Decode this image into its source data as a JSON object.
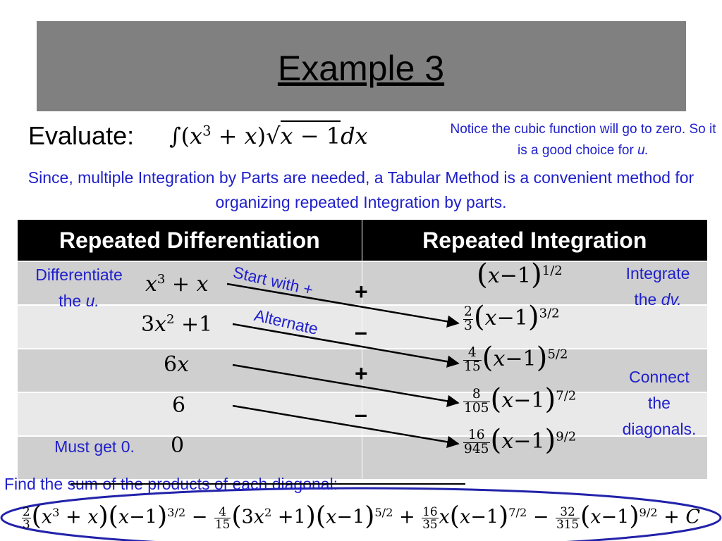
{
  "title": "Example 3",
  "evaluate_label": "Evaluate:",
  "notice_text": "Notice the cubic function will go to zero. So it is a good choice for",
  "notice_var": "u.",
  "since_text": "Since, multiple Integration by Parts are needed, a Tabular Method is a convenient method for organizing repeated Integration by parts.",
  "table": {
    "headers": [
      "Repeated Differentiation",
      "Repeated Integration"
    ]
  },
  "notes": {
    "diff_line1": "Differentiate",
    "diff_line2": "the",
    "diff_var": "u.",
    "int_line1": "Integrate",
    "int_line2": "the",
    "int_var": "dv.",
    "start": "Start with +",
    "alternate": "Alternate",
    "connect_line1": "Connect",
    "connect_line2": "the",
    "connect_line3": "diagonals.",
    "must": "Must get 0."
  },
  "signs": [
    "+",
    "–",
    "+",
    "–"
  ],
  "colors": {
    "title_bar": "#808080",
    "note_blue": "#1f1fcc",
    "row_dark": "#cfcfcf",
    "row_light": "#e9e9e9",
    "ellipse": "#2222aa"
  },
  "find_text": "Find the sum of the products of each diagonal:"
}
